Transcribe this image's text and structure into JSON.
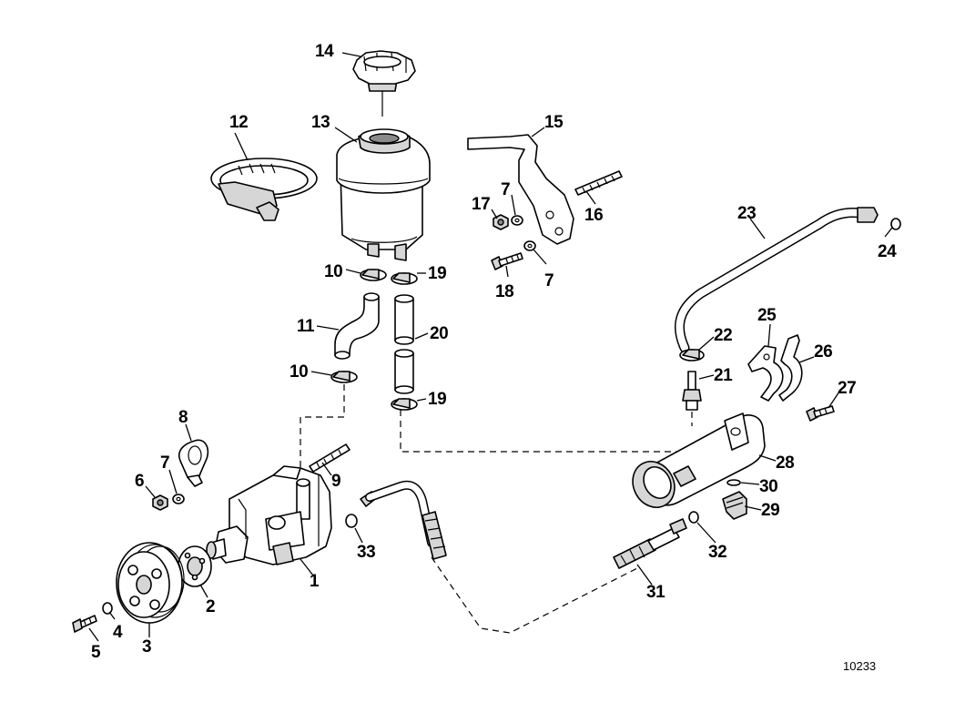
{
  "figure_number": "10233",
  "callouts": {
    "c1": "1",
    "c2": "2",
    "c3": "3",
    "c4": "4",
    "c5": "5",
    "c6": "6",
    "c7a": "7",
    "c7b": "7",
    "c7c": "7",
    "c8": "8",
    "c9": "9",
    "c10a": "10",
    "c10b": "10",
    "c11": "11",
    "c12": "12",
    "c13": "13",
    "c14": "14",
    "c15": "15",
    "c16": "16",
    "c17": "17",
    "c18": "18",
    "c19a": "19",
    "c19b": "19",
    "c20": "20",
    "c21": "21",
    "c22": "22",
    "c23": "23",
    "c24": "24",
    "c25": "25",
    "c26": "26",
    "c27": "27",
    "c28": "28",
    "c29": "29",
    "c30": "30",
    "c31": "31",
    "c32": "32",
    "c33": "33"
  },
  "icons": {
    "reservoir_cap": "reservoir-cap-icon",
    "reservoir": "reservoir-icon",
    "hose_clamp": "hose-clamp-icon",
    "pump": "power-steering-pump-icon",
    "pulley": "pulley-icon",
    "cooler": "fluid-cooler-icon"
  }
}
